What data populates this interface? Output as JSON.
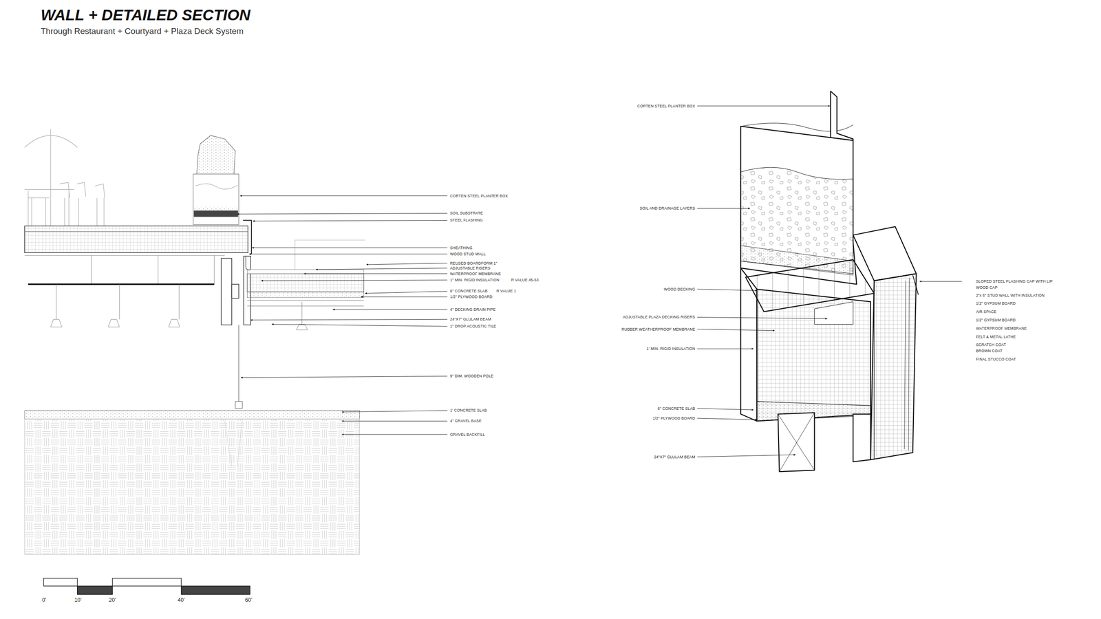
{
  "diagram": {
    "title": "WALL + DETAILED SECTION",
    "caption": "Through Restaurant + Courtyard + Plaza Deck System",
    "labels": [
      "CORTEN STEEL PLANTER BOX",
      "SOIL SUBSTRATE",
      "STEEL FLASHING",
      "SHEATHING",
      "WOOD STUD WALL",
      "REUSED BOARDFORM 1\"",
      "ADJUSTABLE RISERS",
      "WATERPROOF MEMBRANE",
      "1\" MIN. RIGID INSULATION",
      "R VALUE 45-53",
      "6\" CONCRETE SLAB",
      "R VALUE 1",
      "1/2\" PLYWOOD BOARD",
      "4\" DECKING DRAIN PIPE",
      "24\"X7\" GLULAM BEAM",
      "1\" DROP ACOUSTIC TILE",
      "9\" DIM. WOODEN POLE",
      "1' CONCRETE SLAB",
      "4\" GRAVEL BASE",
      "GRAVEL BACKFILL",
      "CORTEN STEEL PLANTER BOX",
      "SOIL AND DRAINAGE LAYERS",
      "WOOD DECKING",
      "ADJUSTABLE PLAZA DECKING RISERS",
      "RUBBER WEATHERPROOF MEMBRANE",
      "1' MIN. RIGID INSULATION",
      "6\" CONCRETE SLAB",
      "1/2\" PLYWOOD BOARD",
      "24\"X7\" GLULAM BEAM",
      "SLOPED STEEL FLASHING CAP WITH LIP",
      "WOOD CAP",
      "2\"x 6\" STUD WALL WITH INSULATION",
      "1/2\" GYPSUM BOARD",
      "AIR SPACE",
      "1/2\" GYPSUM BOARD",
      "WATERPROOF MEMBRANE",
      "FELT & METAL LATHE",
      "SCRATCH COAT",
      "BROWN COAT",
      "FINAL STUCCO COAT",
      "0'",
      "10'",
      "20'",
      "40'",
      "60'"
    ]
  }
}
